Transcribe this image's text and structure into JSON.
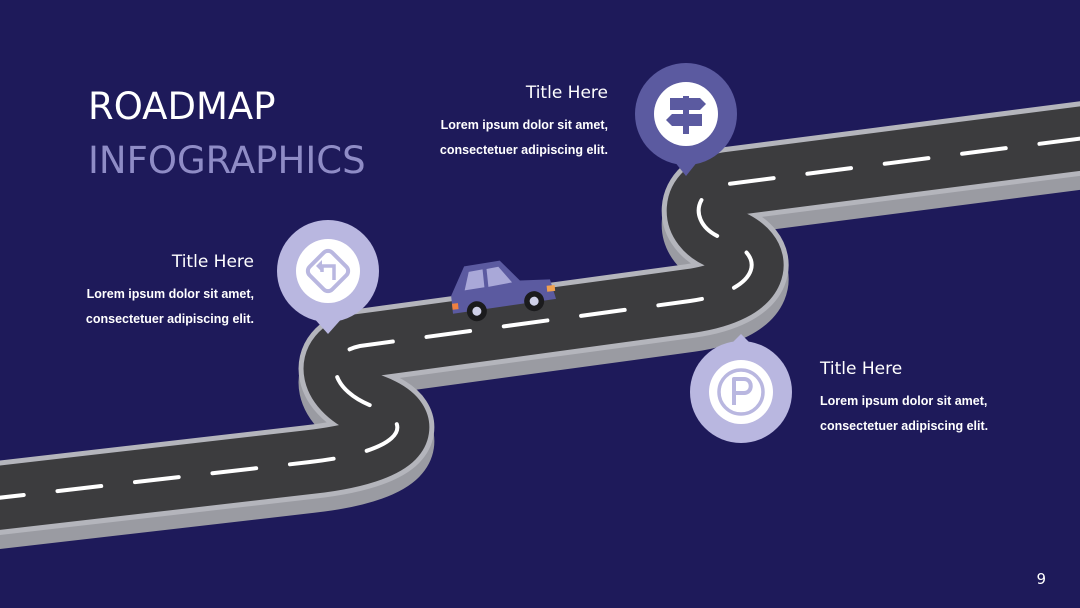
{
  "slide": {
    "title_line1": "ROADMAP",
    "title_line2": "INFOGRAPHICS",
    "page_number": "9"
  },
  "colors": {
    "background": "#1e1a5a",
    "accent_light": "#8f8cc6",
    "pin_dark": "#5b5aa0",
    "pin_light": "#b9b7e0",
    "road": "#3c3c3e",
    "road_edge": "#a9aab0"
  },
  "milestones": [
    {
      "icon": "signpost-icon",
      "title": "Title Here",
      "line1": "Lorem ipsum dolor sit amet,",
      "line2": "consectetuer adipiscing elit."
    },
    {
      "icon": "turn-left-sign-icon",
      "title": "Title Here",
      "line1": "Lorem ipsum dolor sit amet,",
      "line2": "consectetuer adipiscing elit."
    },
    {
      "icon": "parking-icon",
      "title": "Title Here",
      "line1": "Lorem ipsum dolor sit amet,",
      "line2": "consectetuer adipiscing elit."
    }
  ]
}
